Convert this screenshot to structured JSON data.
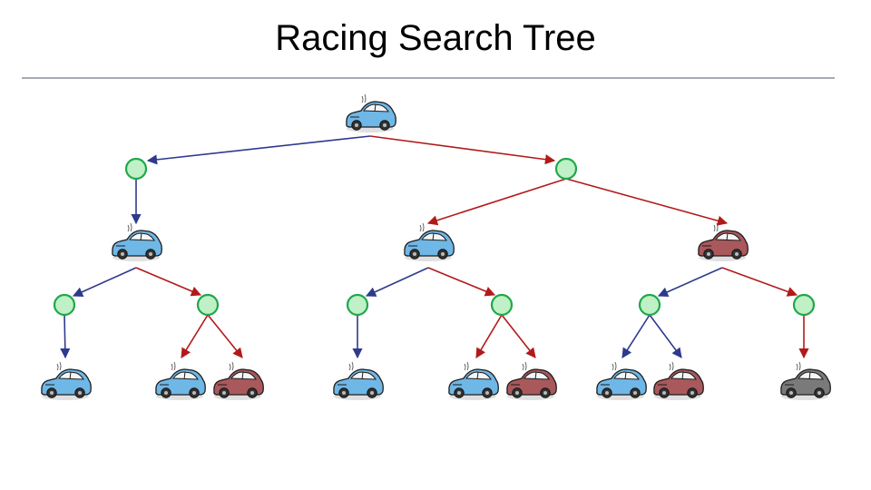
{
  "slide": {
    "title": "Racing Search Tree"
  },
  "colors": {
    "blue_car": "#6fb7e6",
    "red_car": "#a9585c",
    "gray_car": "#7a7a7a",
    "chance_node_fill": "#bff0c6",
    "chance_node_stroke": "#1fa84a",
    "blue_arrow": "#2e3a8c",
    "red_arrow": "#b21a1a"
  },
  "tree": {
    "root_state": "blue-car",
    "chance_nodes": [
      "n1",
      "n2",
      "n3",
      "n4",
      "n5",
      "n6",
      "n7",
      "n8"
    ],
    "level2_states": [
      "blue-car",
      "blue-car",
      "red-car"
    ],
    "leaf_states": [
      "blue-car",
      "blue-car",
      "red-car",
      "blue-car",
      "blue-car",
      "red-car",
      "blue-car",
      "red-car",
      "gray-car"
    ]
  }
}
